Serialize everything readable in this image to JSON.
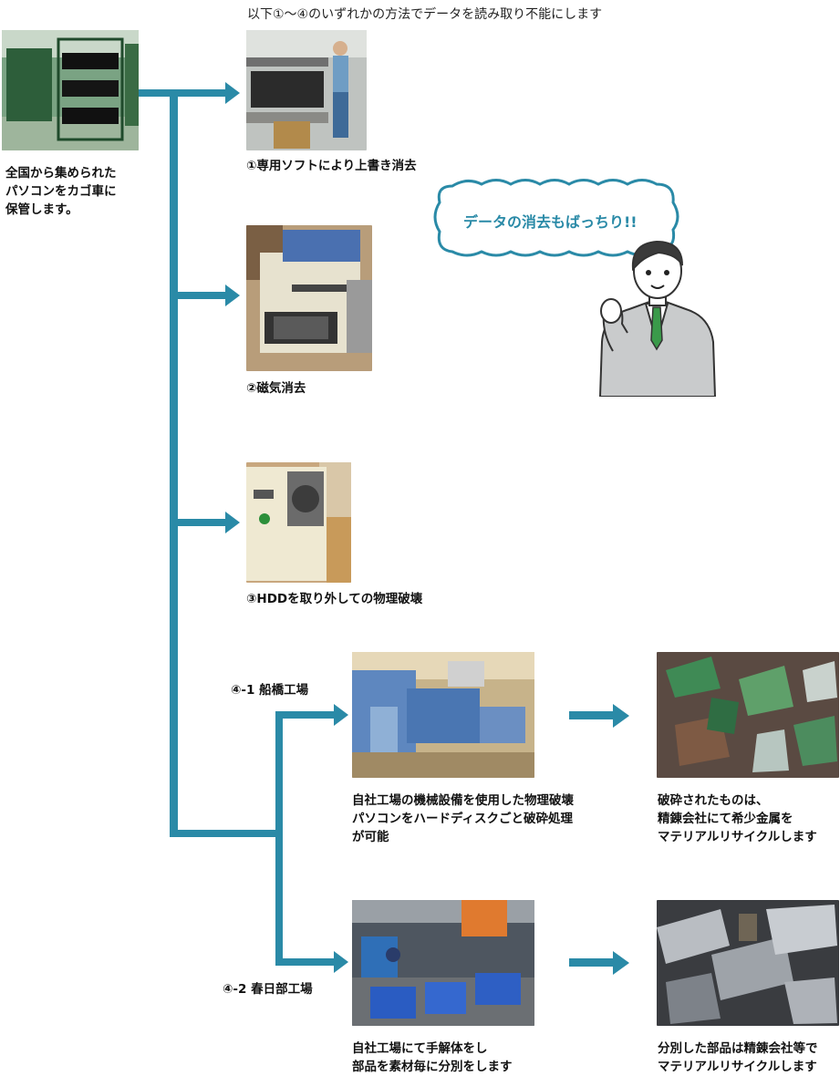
{
  "header": "以下①～④のいずれかの方法でデータを読み取り不能にします",
  "intro": {
    "lines": [
      "全国から集められた",
      "パソコンをカゴ車に",
      "保管します。"
    ]
  },
  "methods": {
    "m1": "①専用ソフトにより上書き消去",
    "m2": "②磁気消去",
    "m3": "③HDDを取り外しての物理破壊",
    "m4_1": "④-1 船橋工場",
    "m4_2": "④-2 春日部工場"
  },
  "speech_bubble": "データの消去もばっちり!!",
  "funabashi": {
    "desc": [
      "自社工場の機械設備を使用した物理破壊",
      "パソコンをハードディスクごと破砕処理",
      "が可能"
    ],
    "result": [
      "破砕されたものは、",
      "精錬会社にて希少金属を",
      "マテリアルリサイクルします"
    ]
  },
  "kasukabe": {
    "desc": [
      "自社工場にて手解体をし",
      "部品を素材毎に分別をします"
    ],
    "result": [
      "分別した部品は精錬会社等で",
      "マテリアルリサイクルします"
    ]
  },
  "colors": {
    "accent": "#2a8aa7"
  },
  "icons": [
    "arrow-right-icon",
    "businessman-illustration",
    "speech-bubble"
  ]
}
